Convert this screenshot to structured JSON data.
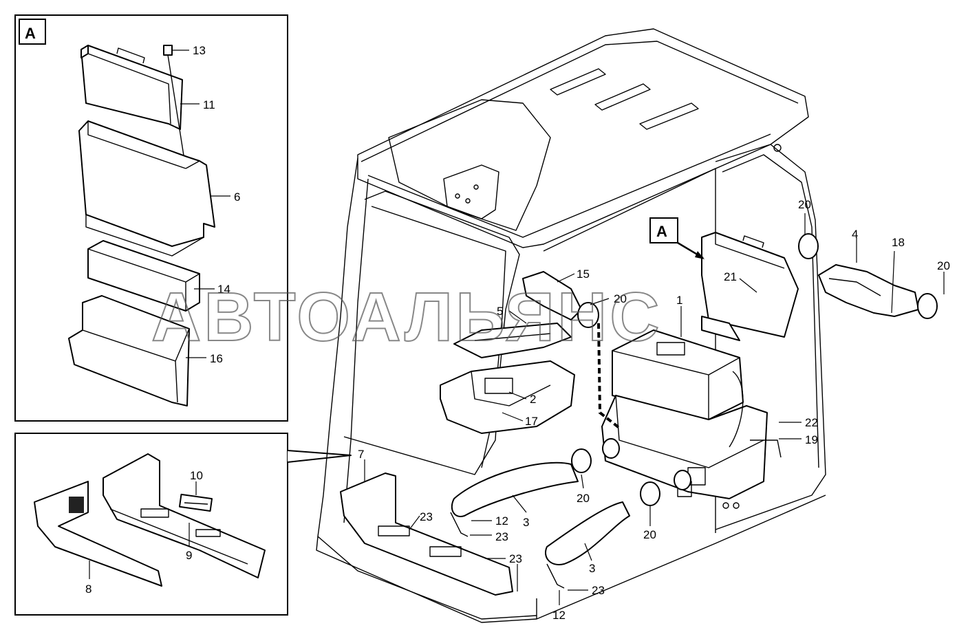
{
  "ref_label": "A",
  "watermark": "АВТОАЛЬЯНС",
  "callouts": {
    "c13": "13",
    "c11": "11",
    "c6": "6",
    "c14": "14",
    "c16": "16",
    "c10": "10",
    "c9": "9",
    "c8": "8",
    "c7": "7",
    "c23a": "23",
    "c23b": "23",
    "c12a": "12",
    "c23c": "23",
    "c3a": "3",
    "c20a": "20",
    "c20b": "20",
    "c3b": "3",
    "c12b": "12",
    "c23d": "23",
    "c15": "15",
    "c5": "5",
    "c20c": "20",
    "c2": "2",
    "c17": "17",
    "c1": "1",
    "c21": "21",
    "c20d": "20",
    "c4": "4",
    "c18": "18",
    "c20e": "20",
    "c22": "22",
    "c19": "19"
  }
}
